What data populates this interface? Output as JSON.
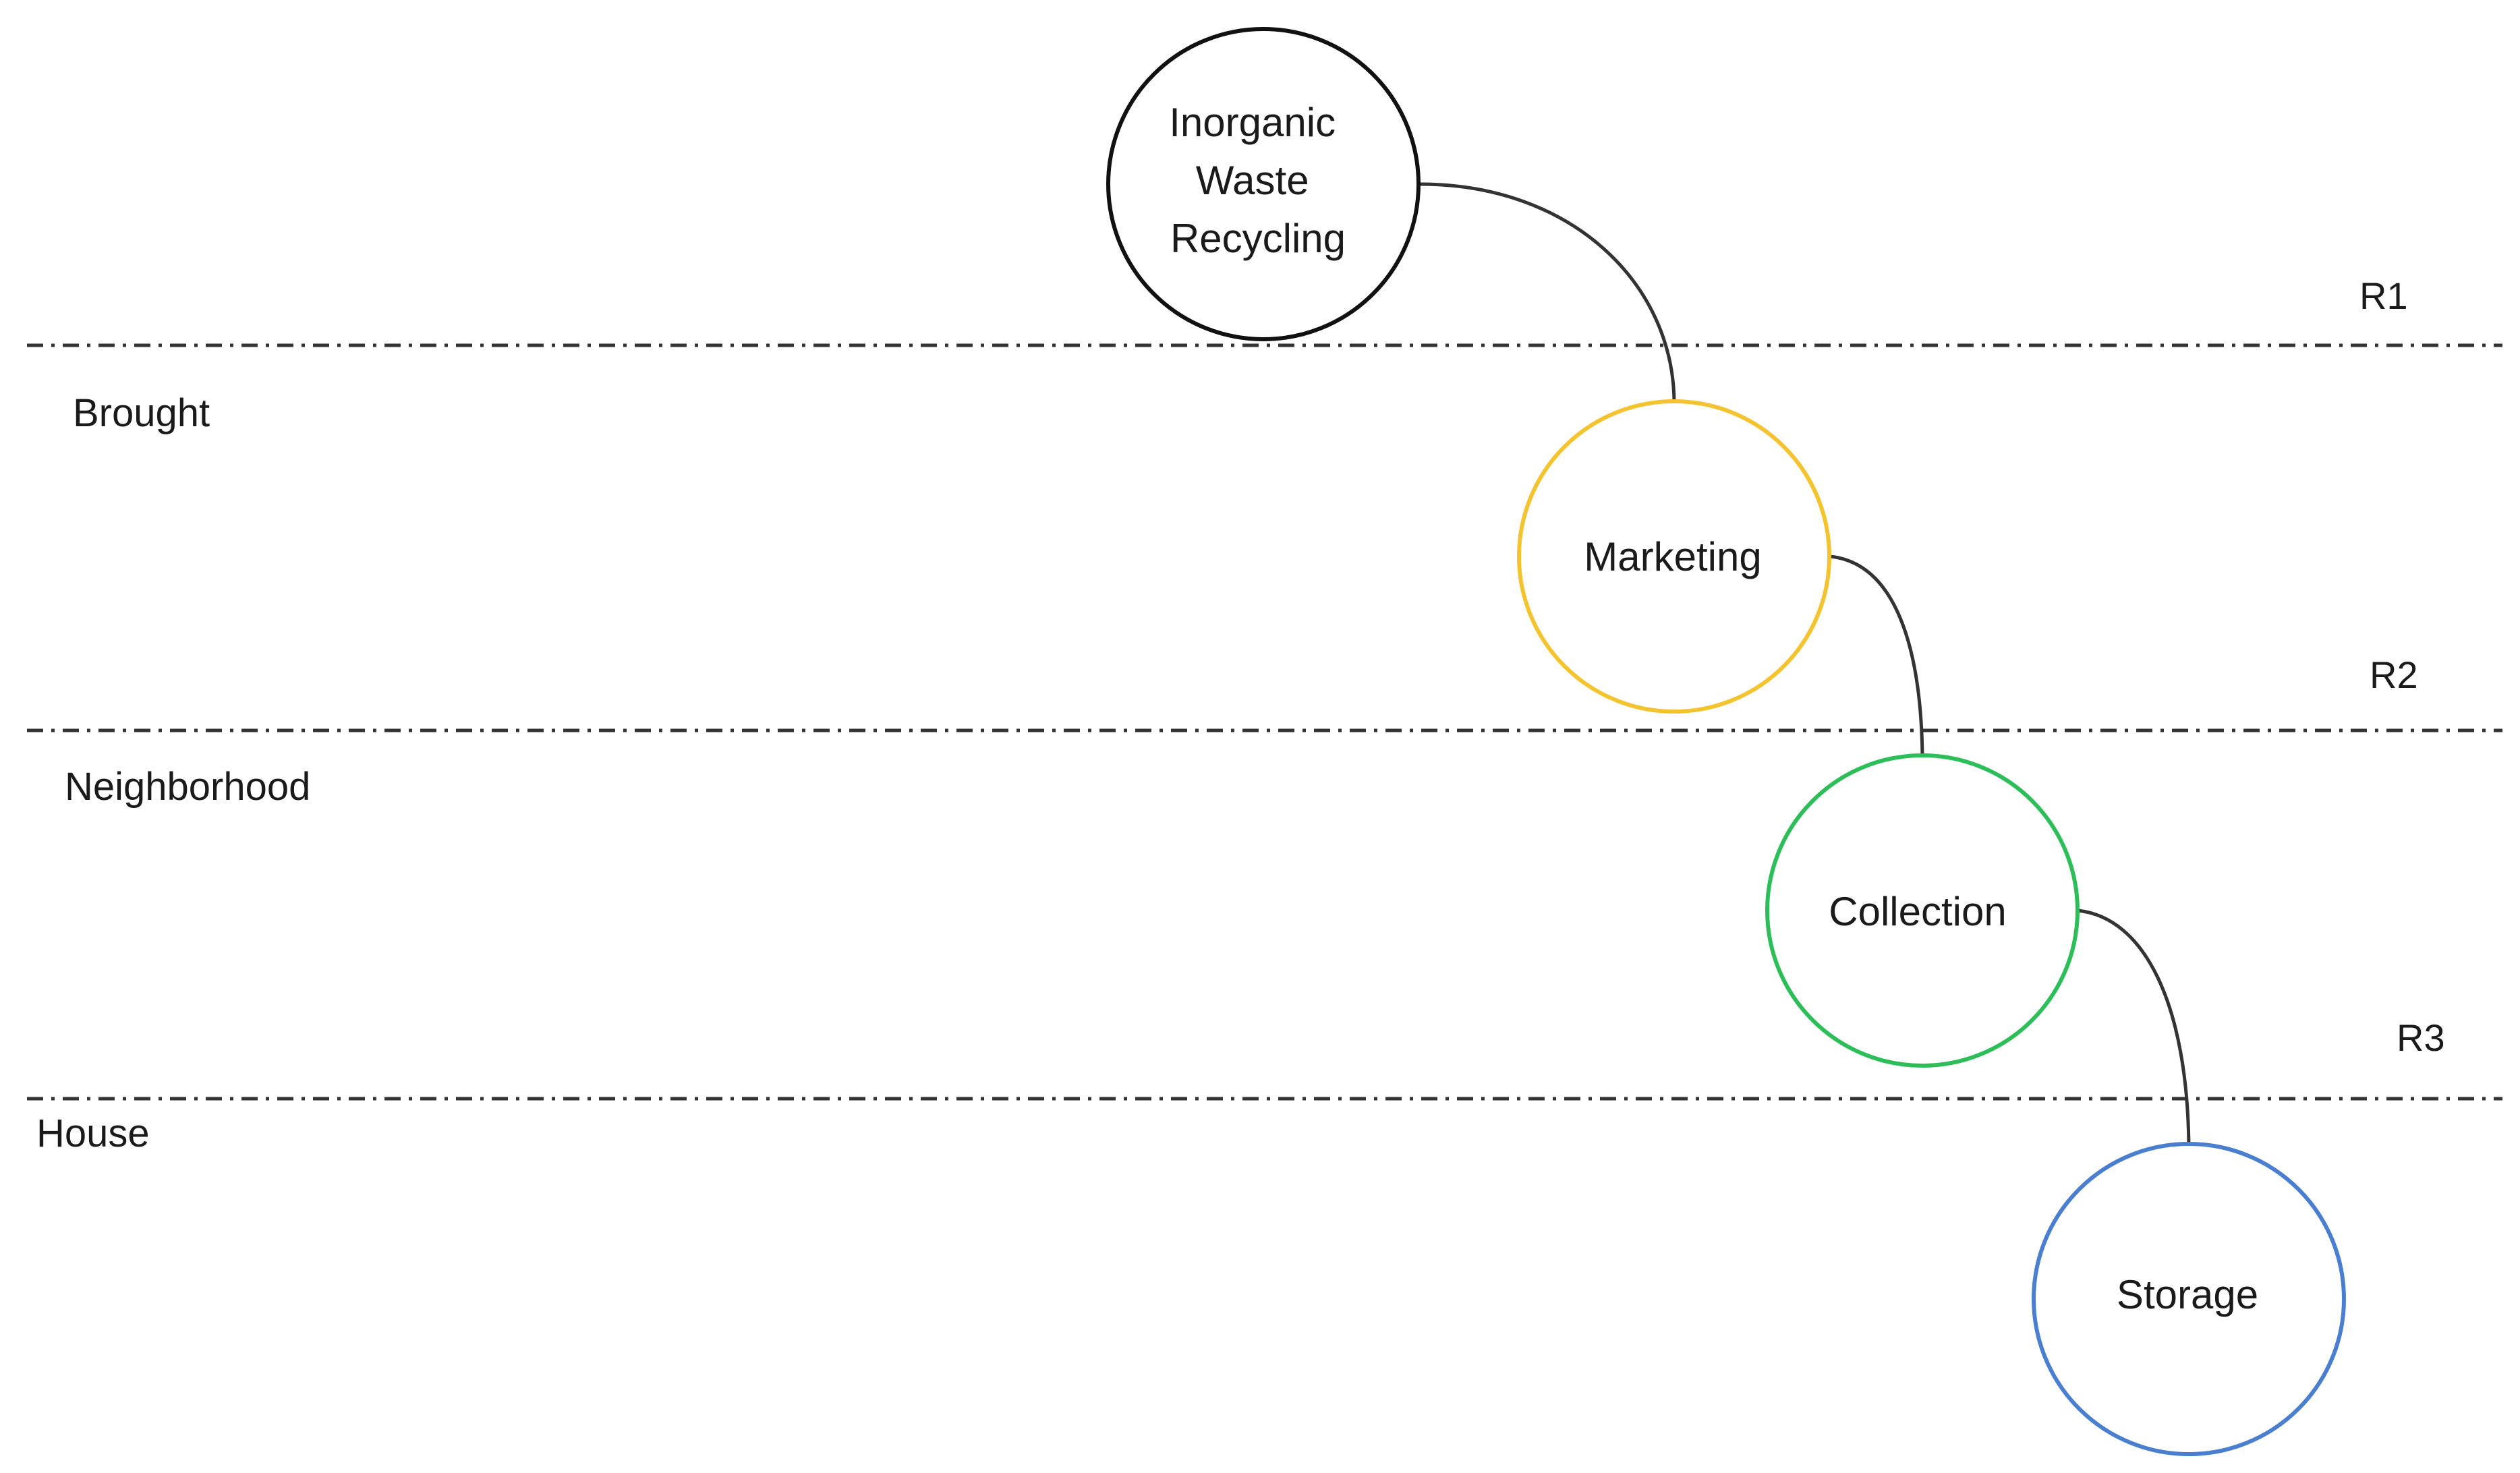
{
  "nodes": [
    {
      "id": "recycling",
      "label_lines": [
        "Inorganic",
        "Waste",
        "Recycling"
      ],
      "color": "#111111"
    },
    {
      "id": "marketing",
      "label_lines": [
        "Marketing"
      ],
      "color": "#F4C430"
    },
    {
      "id": "collection",
      "label_lines": [
        "Collection"
      ],
      "color": "#2DBE5A"
    },
    {
      "id": "storage",
      "label_lines": [
        "Storage"
      ],
      "color": "#4A7FD0"
    }
  ],
  "levels": [
    {
      "id": "brought",
      "label": "Brought"
    },
    {
      "id": "neighborhood",
      "label": "Neighborhood"
    },
    {
      "id": "house",
      "label": "House"
    }
  ],
  "boundaries": [
    {
      "id": "r1",
      "label": "R1"
    },
    {
      "id": "r2",
      "label": "R2"
    },
    {
      "id": "r3",
      "label": "R3"
    }
  ],
  "connections": [
    {
      "from": "recycling",
      "to": "marketing"
    },
    {
      "from": "marketing",
      "to": "collection"
    },
    {
      "from": "collection",
      "to": "storage"
    }
  ],
  "line_color": "#333333"
}
